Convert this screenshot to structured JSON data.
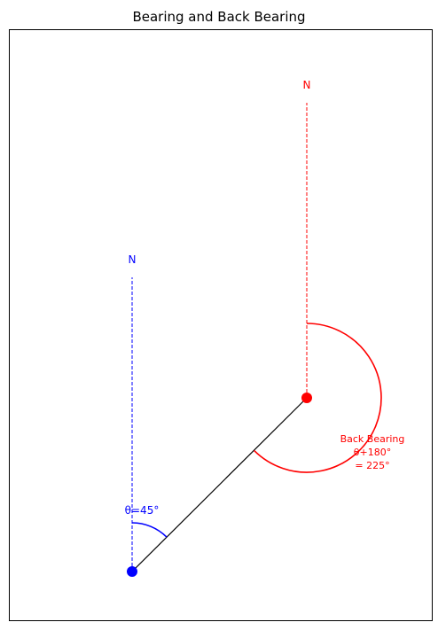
{
  "title": "Bearing and Back Bearing",
  "point_a": {
    "north_label": "N",
    "color": "#0000ff"
  },
  "point_b": {
    "north_label": "N",
    "color": "#ff0000"
  },
  "bearing": {
    "label": "θ=45°",
    "degrees": 45
  },
  "back_bearing": {
    "line1": "Back Bearing",
    "line2": "θ+180°",
    "line3": "= 225°",
    "degrees": 225
  },
  "colors": {
    "line": "#000000",
    "frame": "#000000"
  }
}
